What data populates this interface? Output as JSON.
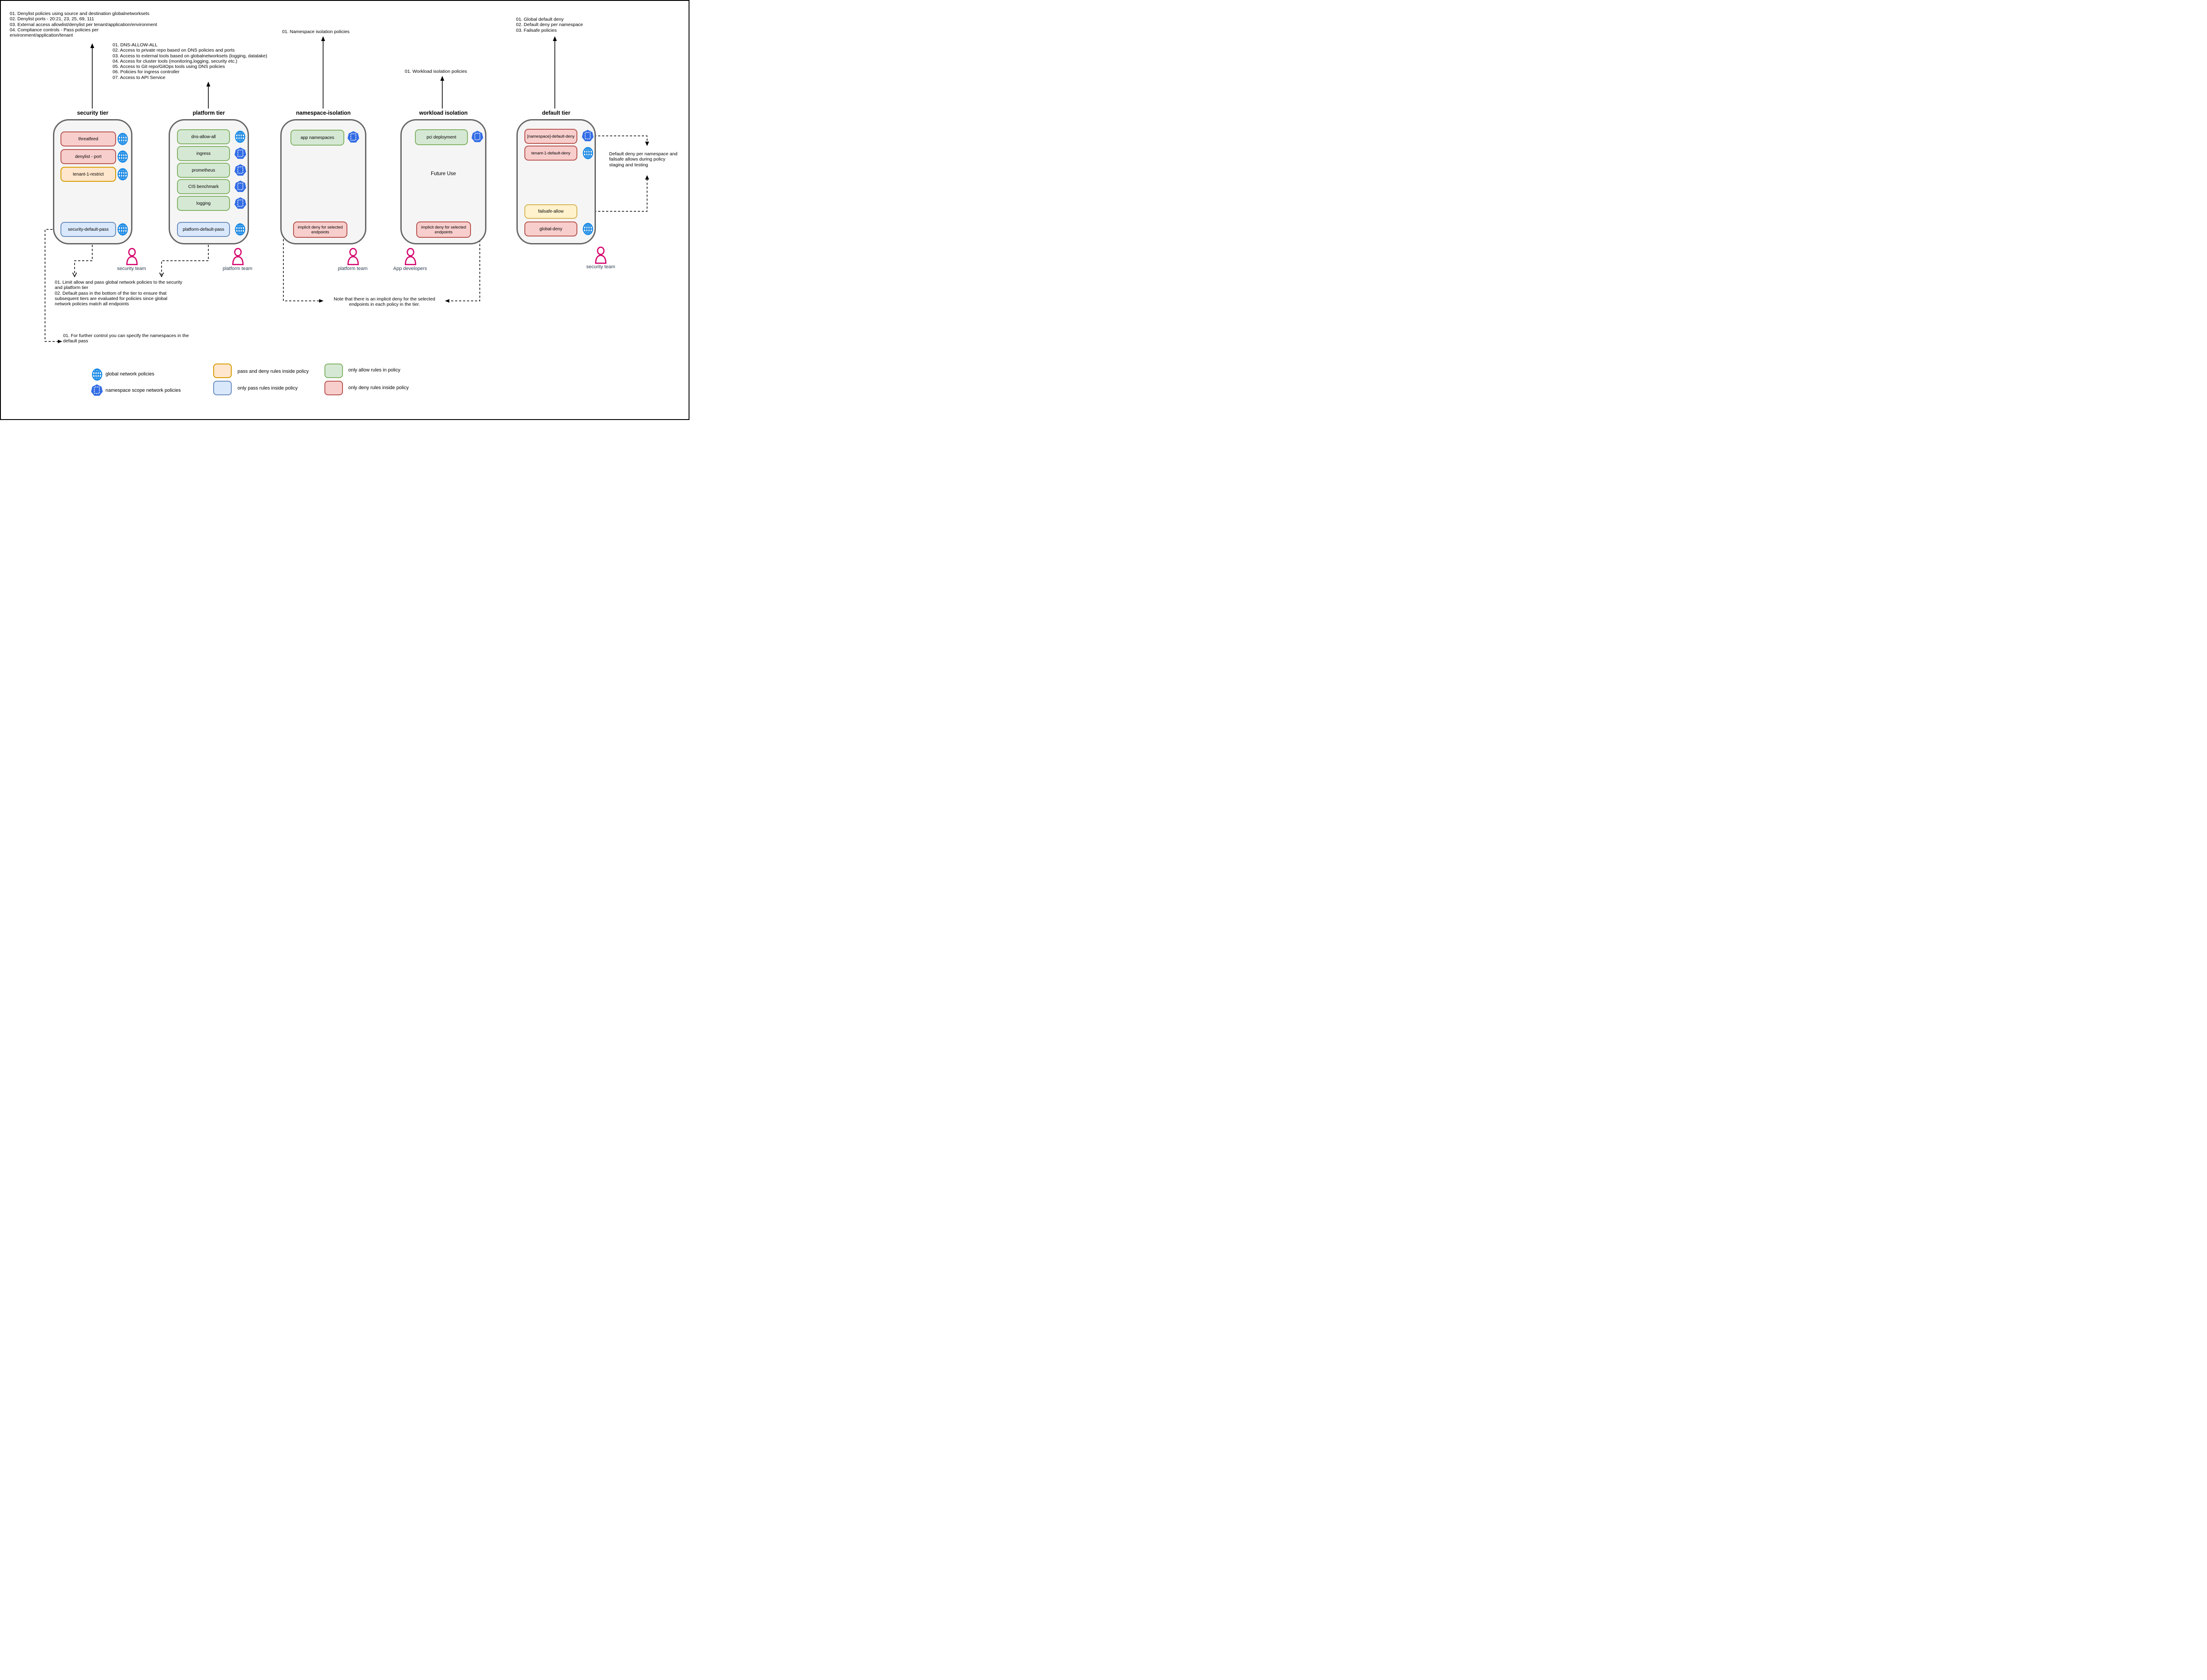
{
  "notes": {
    "security_tier": "01. Denylist policies using source and destination globalnetworksets\n02. Denylist ports - 20:21, 23, 25, 69, 111\n03. External access allowlist/denylist per tenant/application/environment\n04. Compliance controls - Pass policies per\nenvironment/application/tenant",
    "platform_tier": "01. DNS-ALLOW-ALL\n02. Access to private repo based on DNS policies and ports\n03. Access to external tools based on globalnetworksets (logging, datalake)\n04. Access for cluster tools (monitoring,logging, security etc.)\n05. Access to Git repo/GitOps tools using DNS policies\n06. Policies for ingress controller\n07. Access to API Service",
    "namespace_tier": "01. Namespace isolation policies",
    "workload_tier": "01. Workload isolation policies",
    "default_tier": "01. Global default deny\n02. Default deny per namespace\n03. Failsafe policies",
    "limit_allow_pass": "01. Limit allow and pass global network policies to the security\nand platform tier\n02. Default pass in the bottom of the tier to ensure that\nsubsequent tiers are evaluated for policies since global\nnetwork policies match all endpoints",
    "further_control": "01. For further control you can specify the namespaces in the\ndefault pass",
    "implicit_deny": "Note that there is an implicit deny for the selected\nendpoints in each policy in the tier.",
    "staging": "Default deny per namespace and\nfailsafe allows during policy\nstaging and testing"
  },
  "tiers": {
    "security": {
      "title": "security tier",
      "team": "security team",
      "policies": {
        "threatfeed": "threatfeed",
        "denylist_port": "denylist - port",
        "tenant_restrict": "tenant-1-restrict",
        "default_pass": "security-default-pass"
      }
    },
    "platform": {
      "title": "platform tier",
      "team": "platform team",
      "policies": {
        "dns": "dns-allow-all",
        "ingress": "ingress",
        "prometheus": "prometheus",
        "cis": "CIS benchmark",
        "logging": "logging",
        "default_pass": "platform-default-pass"
      }
    },
    "namespace": {
      "title": "namespace-isolation",
      "team": "platform team",
      "policies": {
        "app_ns": "app namespaces",
        "implicit_deny": "implicit deny for selected\nendpoints"
      }
    },
    "workload": {
      "title": "workload isolation",
      "team": "App developers",
      "future_label": "Future Use",
      "policies": {
        "pci": "pci deployment",
        "implicit_deny": "implicit deny for selected\nendpoints"
      }
    },
    "default": {
      "title": "default tier",
      "team": "security team",
      "policies": {
        "ns_deny": "[namespace]-default-deny",
        "tenant_deny": "tenant-1-default-deny",
        "failsafe": "failsafe-allow",
        "global_deny": "global-deny"
      }
    }
  },
  "legend": {
    "global": "global network policies",
    "namespace_scope": "namespace scope network policies",
    "pass_deny": "pass and deny rules inside policy",
    "only_pass": "only pass rules inside policy",
    "only_allow": "only allow rules in policy",
    "only_deny": "only deny rules inside policy"
  },
  "colors": {
    "deny_fill": "#f8cecc",
    "deny_border": "#b85450",
    "allow_fill": "#d5e8d4",
    "allow_border": "#82b366",
    "pass_fill": "#dae8fc",
    "pass_border": "#6c8ebf",
    "pass_deny_fill": "#ffe6cc",
    "pass_deny_border": "#d79b00",
    "failsafe_fill": "#fff2cc",
    "failsafe_border": "#d6b656",
    "globe_icon": "#1789e6",
    "namespace_icon": "#326ce5",
    "person_icon": "#d6086f",
    "tier_fill": "#f5f5f5",
    "tier_border": "#666666"
  }
}
